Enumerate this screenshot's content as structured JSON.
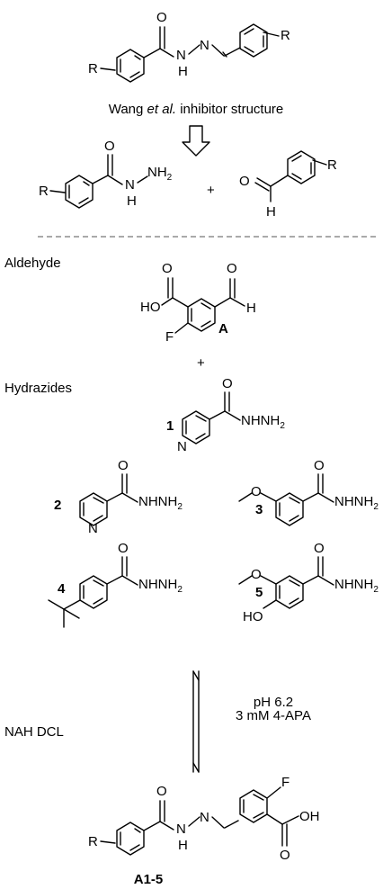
{
  "caption_pre": "Wang ",
  "caption_italic": "et al.",
  "caption_post": " inhibitor structure",
  "section_aldehyde": "Aldehyde",
  "section_hydrazides": "Hydrazides",
  "section_dcl": "NAH DCL",
  "conditions_line1": "pH 6.2",
  "conditions_line2": "3 mM 4-APA",
  "plus": "+",
  "compound_A": "A",
  "compound_1": "1",
  "compound_2": "2",
  "compound_3": "3",
  "compound_4": "4",
  "compound_5": "5",
  "product_label": "A1-5",
  "atoms": {
    "O": "O",
    "N": "N",
    "H": "H",
    "R": "R",
    "F": "F",
    "HO": "HO",
    "OH": "OH",
    "NHNH": "NHNH",
    "NH": "NH",
    "sub2": "2"
  },
  "colors": {
    "ink": "#000000",
    "dash": "#777777"
  }
}
